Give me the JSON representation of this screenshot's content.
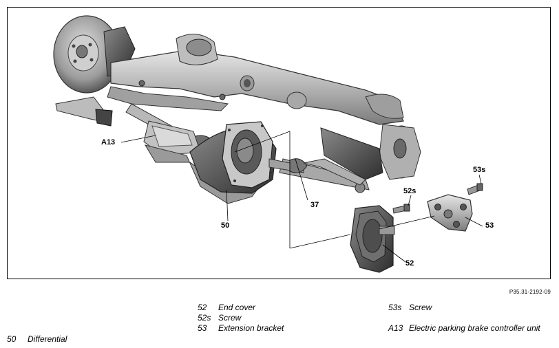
{
  "diagram": {
    "callouts": {
      "a13": "A13",
      "c37": "37",
      "c50": "50",
      "c52": "52",
      "c52s": "52s",
      "c53": "53",
      "c53s": "53s"
    },
    "figure_ref": "P35.31-2192-09"
  },
  "legend": [
    {
      "code": "52",
      "text": "End cover"
    },
    {
      "code": "52s",
      "text": "Screw"
    },
    {
      "code": "53",
      "text": "Extension bracket"
    },
    {
      "code": "53s",
      "text": "Screw"
    },
    {
      "code": "A13",
      "text": "Electric parking brake controller unit"
    },
    {
      "code": "50",
      "text": "Differential"
    }
  ]
}
